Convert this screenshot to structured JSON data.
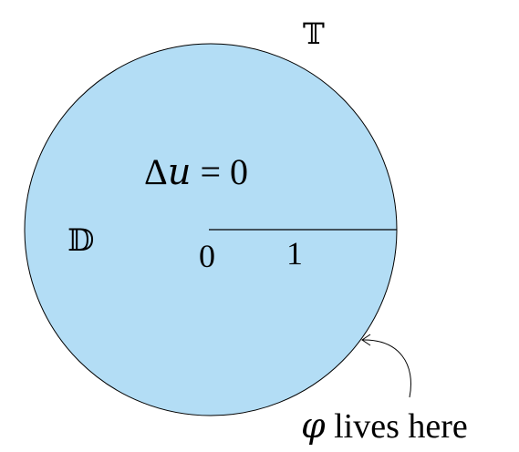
{
  "labels": {
    "boundary_symbol": "𝕋",
    "disk_symbol": "𝔻",
    "equation_delta": "Δ",
    "equation_var": "u",
    "equation_rest": " = 0",
    "origin_label": "0",
    "radius_label": "1",
    "phi_symbol": "φ",
    "phi_text": " lives here"
  },
  "colors": {
    "disk_fill": "#B3DDF5",
    "stroke": "#000000",
    "background": "#FFFFFF"
  }
}
